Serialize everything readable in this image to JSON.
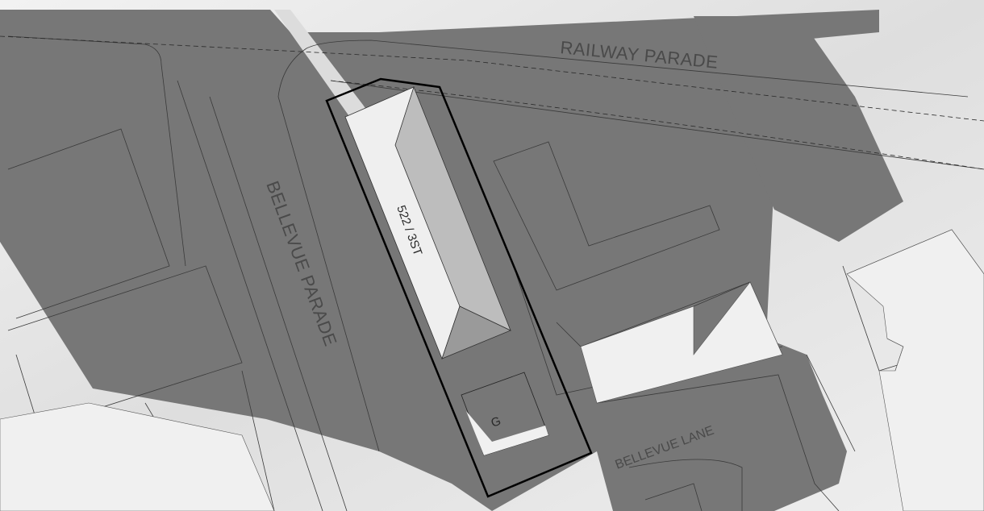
{
  "map": {
    "streets": {
      "railway_parade": "RAILWAY PARADE",
      "bellevue_parade": "BELLEVUE PARADE",
      "bellevue_lane": "BELLEVUE LANE"
    },
    "building": {
      "label": "522 / 3ST",
      "garage_label": "G"
    },
    "colors": {
      "shadow": "#777777",
      "light_area": "#e9e9e9",
      "background": "#ffffff",
      "outline": "#000000"
    }
  }
}
